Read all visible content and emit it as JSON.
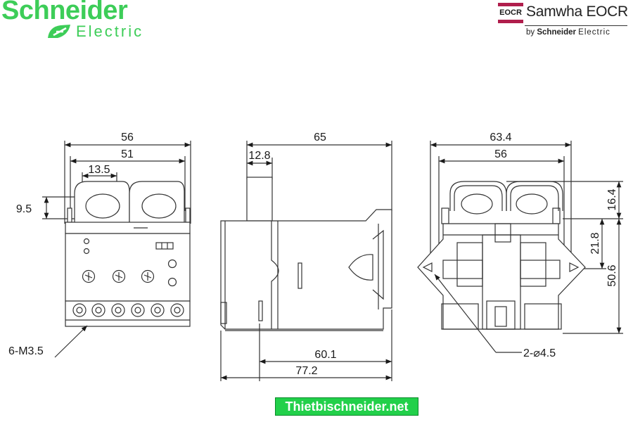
{
  "brand_left": {
    "name": "Schneider",
    "sub": "Electric",
    "color": "#3dcd58"
  },
  "brand_right": {
    "badge": "EOCR",
    "name": "Samwha EOCR",
    "by": "by",
    "by_company": "Schneider",
    "by_sub": "Electric",
    "accent": "#b01e4c"
  },
  "front_view": {
    "dims": {
      "overall_width": "56",
      "terminal_span": "51",
      "hole_width": "13.5",
      "hole_height": "9.5"
    },
    "callout": "6-M3.5"
  },
  "side_view": {
    "dims": {
      "overall_depth": "65",
      "top_part": "12.8",
      "base_length": "60.1",
      "total_length": "77.2"
    }
  },
  "rear_view": {
    "dims": {
      "overall_width": "63.4",
      "hole_spacing": "56",
      "top_height": "16.4",
      "mid_height": "21.8",
      "overall_height": "50.6"
    },
    "callout": "2-⌀4.5"
  },
  "footer": {
    "label": "Thietbischneider.net",
    "color": "#22d04a"
  }
}
